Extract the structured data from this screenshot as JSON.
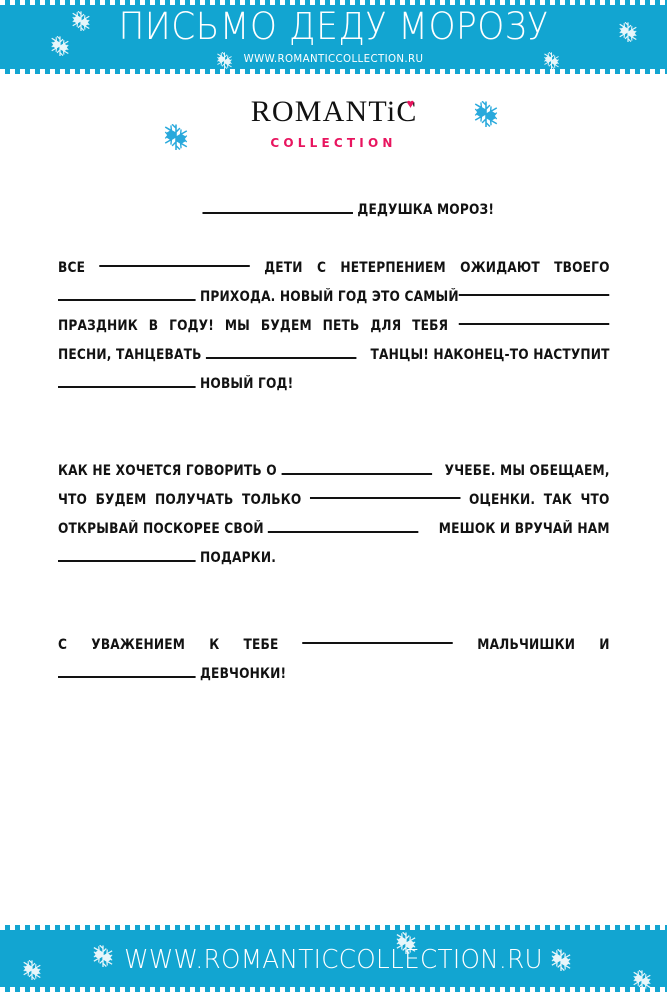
{
  "header": {
    "title": "ПИСЬМО ДЕДУ МОРОЗУ",
    "subtitle": "WWW.ROMANTICCOLLECTION.RU",
    "bg_color": "#12A5D1",
    "text_color": "#FFFFFF"
  },
  "logo": {
    "main": "ROMANTiC",
    "heart": "♥",
    "sub": "COLLECTION",
    "main_color": "#111111",
    "accent_color": "#E8155F"
  },
  "letter": {
    "salutation": "ДЕДУШКА МОРОЗ!",
    "paragraph1": {
      "line1_a": "ВСЕ",
      "line1_b": "ДЕТИ",
      "line1_c": "С",
      "line1_d": "НЕТЕРПЕНИЕМ",
      "line1_e": "ОЖИДАЮТ",
      "line1_f": "ТВОЕГО",
      "line2_a": "ПРИХОДА. НОВЫЙ ГОД ЭТО САМЫЙ",
      "line3_a": "ПРАЗДНИК",
      "line3_b": "В",
      "line3_c": "ГОДУ!",
      "line3_d": "МЫ",
      "line3_e": "БУДЕМ",
      "line3_f": "ПЕТЬ",
      "line3_g": "ДЛЯ",
      "line3_h": "ТЕБЯ",
      "line4_a": "ПЕСНИ, ТАНЦЕВАТЬ",
      "line4_b": "ТАНЦЫ! НАКОНЕЦ-ТО НАСТУПИТ",
      "line5_a": "НОВЫЙ ГОД!"
    },
    "paragraph2": {
      "line1_a": "КАК НЕ ХОЧЕТСЯ ГОВОРИТЬ О",
      "line1_b": "УЧЕБЕ. МЫ ОБЕЩАЕМ,",
      "line2_a": "ЧТО",
      "line2_b": "БУДЕМ",
      "line2_c": "ПОЛУЧАТЬ",
      "line2_d": "ТОЛЬКО",
      "line2_e": "ОЦЕНКИ.",
      "line2_f": "ТАК",
      "line2_g": "ЧТО",
      "line3_a": "ОТКРЫВАЙ ПОСКОРЕЕ СВОЙ",
      "line3_b": "МЕШОК И ВРУЧАЙ НАМ",
      "line4_a": "ПОДАРКИ."
    },
    "paragraph3": {
      "line1_a": "С",
      "line1_b": "УВАЖЕНИЕМ",
      "line1_c": "К",
      "line1_d": "ТЕБЕ",
      "line1_e": "МАЛЬЧИШКИ",
      "line1_f": "И",
      "line2_a": "ДЕВЧОНКИ!"
    },
    "text_color": "#121212"
  },
  "footer": {
    "url": "WWW.ROMANTICCOLLECTION.RU",
    "bg_color": "#12A5D1",
    "text_color": "#FFFFFF"
  },
  "snowflakes": {
    "icon": "snowflake-icon",
    "header_color": "#FFFFFF",
    "body_color": "#29A9DC",
    "footer_color": "#FFFFFF"
  }
}
